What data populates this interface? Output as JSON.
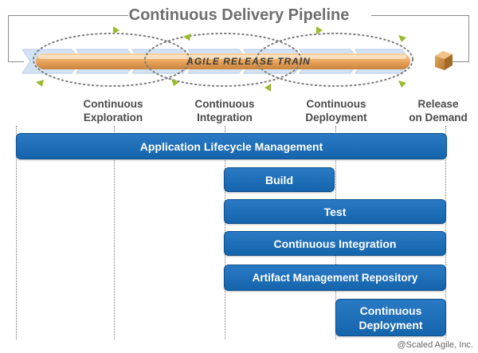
{
  "diagram": {
    "title": "Continuous Delivery Pipeline",
    "train_label": "AGILE RELEASE TRAIN",
    "stages": [
      {
        "label": "Continuous\nExploration"
      },
      {
        "label": "Continuous\nIntegration"
      },
      {
        "label": "Continuous\nDeployment"
      },
      {
        "label": "Release\non Demand"
      }
    ],
    "tools": [
      {
        "label": "Application Lifecycle Management"
      },
      {
        "label": "Build"
      },
      {
        "label": "Test"
      },
      {
        "label": "Continuous Integration"
      },
      {
        "label": "Artifact Management Repository"
      },
      {
        "label": "Continuous\nDeployment"
      }
    ],
    "copyright": "@Scaled Agile, Inc."
  },
  "colors": {
    "bar_blue": "#1a6db5",
    "train_gold": "#e8a95c",
    "arrow_green": "#9bbb2e",
    "chevron_blue": "#c5d8ee",
    "title_gray": "#6e6e6e"
  },
  "icons": [
    "release-box-icon",
    "loop-arrow-icon"
  ]
}
